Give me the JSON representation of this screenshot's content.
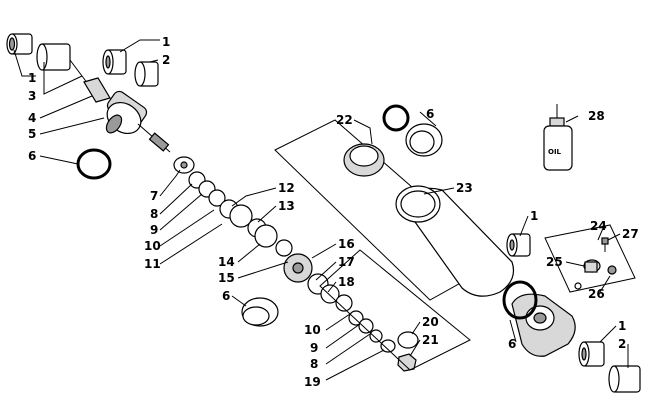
{
  "diagram": {
    "oil_label": "OIL",
    "callouts": [
      {
        "id": "c1a",
        "text": "1"
      },
      {
        "id": "c2a",
        "text": "2"
      },
      {
        "id": "c1b",
        "text": "1"
      },
      {
        "id": "c3",
        "text": "3"
      },
      {
        "id": "c4",
        "text": "4"
      },
      {
        "id": "c5",
        "text": "5"
      },
      {
        "id": "c6a",
        "text": "6"
      },
      {
        "id": "c7",
        "text": "7"
      },
      {
        "id": "c8a",
        "text": "8"
      },
      {
        "id": "c9a",
        "text": "9"
      },
      {
        "id": "c10a",
        "text": "10"
      },
      {
        "id": "c11",
        "text": "11"
      },
      {
        "id": "c12",
        "text": "12"
      },
      {
        "id": "c13",
        "text": "13"
      },
      {
        "id": "c14",
        "text": "14"
      },
      {
        "id": "c15",
        "text": "15"
      },
      {
        "id": "c16",
        "text": "16"
      },
      {
        "id": "c17",
        "text": "17"
      },
      {
        "id": "c18",
        "text": "18"
      },
      {
        "id": "c6b",
        "text": "6"
      },
      {
        "id": "c10b",
        "text": "10"
      },
      {
        "id": "c9b",
        "text": "9"
      },
      {
        "id": "c8b",
        "text": "8"
      },
      {
        "id": "c19",
        "text": "19"
      },
      {
        "id": "c20",
        "text": "20"
      },
      {
        "id": "c21",
        "text": "21"
      },
      {
        "id": "c22",
        "text": "22"
      },
      {
        "id": "c6c",
        "text": "6"
      },
      {
        "id": "c23",
        "text": "23"
      },
      {
        "id": "c28",
        "text": "28"
      },
      {
        "id": "c1c",
        "text": "1"
      },
      {
        "id": "c24",
        "text": "24"
      },
      {
        "id": "c27",
        "text": "27"
      },
      {
        "id": "c25",
        "text": "25"
      },
      {
        "id": "c26",
        "text": "26"
      },
      {
        "id": "c6d",
        "text": "6"
      },
      {
        "id": "c1d",
        "text": "1"
      },
      {
        "id": "c2b",
        "text": "2"
      }
    ]
  }
}
